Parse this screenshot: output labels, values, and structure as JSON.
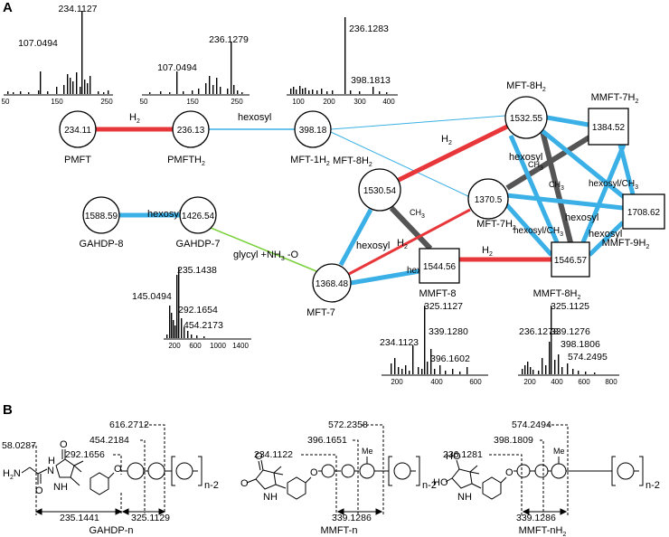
{
  "panels": {
    "a": "A",
    "b": "B"
  },
  "colors": {
    "h2": "#e8373b",
    "hexosyl": "#3bb0e6",
    "ch3": "#555555",
    "glycyl": "#7ad03a"
  },
  "nodes": {
    "pmft": {
      "value": "234.11",
      "label": "PMFT"
    },
    "pmfth2": {
      "value": "236.13",
      "label": "PMFTH"
    },
    "mft1h2": {
      "value": "398.18",
      "label": "MFT-1H"
    },
    "mft8h2_top": {
      "value": "1532.55",
      "label": "MFT-8H"
    },
    "mmft7h2": {
      "value": "1384.52",
      "label": "MMFT-7H"
    },
    "mft8h2_mid": {
      "value": "1530.54",
      "label": "MFT-8H"
    },
    "mft7h2": {
      "value": "1370.5",
      "label": "MFT-7H"
    },
    "mmft9h2": {
      "value": "1708.62",
      "label": "MMFT-9H"
    },
    "gahdp8": {
      "value": "1588.59",
      "label": "GAHDP-8"
    },
    "gahdp7": {
      "value": "1426.54",
      "label": "GAHDP-7"
    },
    "mmft8": {
      "value": "1544.56",
      "label": "MMFT-8"
    },
    "mmft8h2": {
      "value": "1546.57",
      "label": "MMFT-8H"
    },
    "mft7": {
      "value": "1368.48",
      "label": "MFT-7"
    }
  },
  "edge_labels": {
    "h2": "H",
    "hexosyl": "hexosyl",
    "ch3": "CH",
    "hexosyl_ch3": "hexosyl/CH",
    "glycyl": "glycyl +NH",
    "glycyl_tail": " -O",
    "subscript2": "2",
    "subscript3": "3"
  },
  "spectra": {
    "s1": {
      "peaks": [
        "234.1127",
        "107.0494"
      ],
      "ticks": [
        "50",
        "150",
        "250"
      ]
    },
    "s2": {
      "peaks": [
        "236.1279",
        "107.0494"
      ],
      "ticks": [
        "50",
        "150",
        "250"
      ]
    },
    "s3": {
      "peaks": [
        "236.1283",
        "398.1813"
      ],
      "ticks": [
        "100",
        "200",
        "300",
        "400"
      ]
    },
    "s4": {
      "peaks": [
        "235.1438",
        "145.0494",
        "292.1654",
        "454.2173"
      ],
      "ticks": [
        "200",
        "600",
        "1000",
        "1400"
      ]
    },
    "s5": {
      "peaks": [
        "325.1127",
        "234.1123",
        "339.1280",
        "396.1602"
      ],
      "ticks": [
        "200",
        "400",
        "600"
      ]
    },
    "s6": {
      "peaks": [
        "325.1125",
        "236.1278",
        "339.1276",
        "398.1806",
        "574.2495"
      ],
      "ticks": [
        "200",
        "400",
        "600",
        "800"
      ]
    }
  },
  "structures": {
    "gahdp": {
      "frags": [
        "616.2712",
        "454.2184",
        "292.1656",
        "58.0287"
      ],
      "bottom": [
        "235.1441",
        "325.1129"
      ],
      "name": "GAHDP-n",
      "n": "n-2",
      "atoms": {
        "h2n": "H",
        "n": "N",
        "h": "H",
        "o": "O",
        "oo": "O",
        "nh": "N",
        "hh": "H"
      }
    },
    "mmft": {
      "frags": [
        "572.2358",
        "396.1651",
        "234.1122"
      ],
      "bottom": [
        "339.1286"
      ],
      "name": "MMFT-n",
      "n": "n-2",
      "me": "Me",
      "atoms": {
        "o": "O",
        "oo": "O",
        "nh": "N",
        "hh": "H"
      }
    },
    "mmfth2": {
      "frags": [
        "574.2494",
        "398.1809",
        "236.1281"
      ],
      "bottom": [
        "339.1286"
      ],
      "name": "MMFT-nH",
      "n": "n-2",
      "me": "Me",
      "atoms": {
        "ho": "HO",
        "oo": "O",
        "nh": "N",
        "hh": "H"
      }
    }
  }
}
